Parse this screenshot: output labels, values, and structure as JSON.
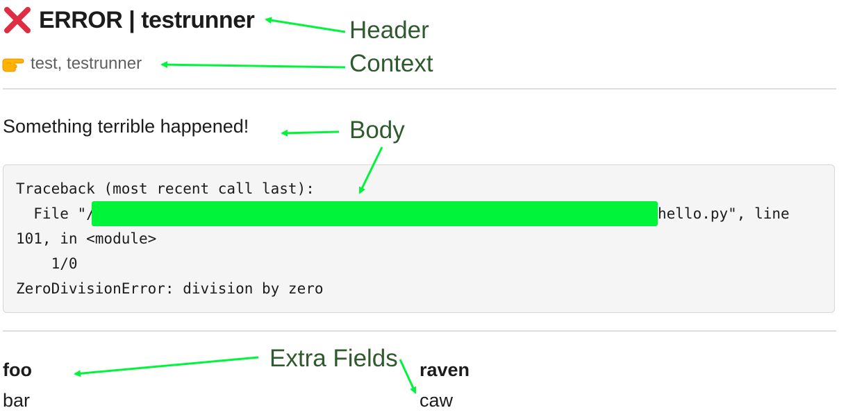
{
  "header": {
    "icon": "cross-mark-icon",
    "title": "ERROR | testrunner",
    "icon_color": "#dd2e44"
  },
  "context": {
    "icon": "pointing-hand-icon",
    "text": "test, testrunner"
  },
  "body": {
    "text": "Something terrible happened!",
    "traceback": {
      "line1": "Traceback (most recent call last):",
      "line2_prefix": "  File \"/",
      "line2_suffix": "hello.py\", line",
      "line3": "101, in <module>",
      "line4": "    1/0",
      "line5": "ZeroDivisionError: division by zero"
    },
    "redaction_color": "#00f53a"
  },
  "fields": [
    {
      "title": "foo",
      "value": "bar"
    },
    {
      "title": "raven",
      "value": "caw"
    }
  ],
  "annotations": {
    "header": "Header",
    "context": "Context",
    "body": "Body",
    "extra_fields": "Extra Fields",
    "arrow_color": "#00f53a",
    "label_color": "#2e5a2e"
  }
}
